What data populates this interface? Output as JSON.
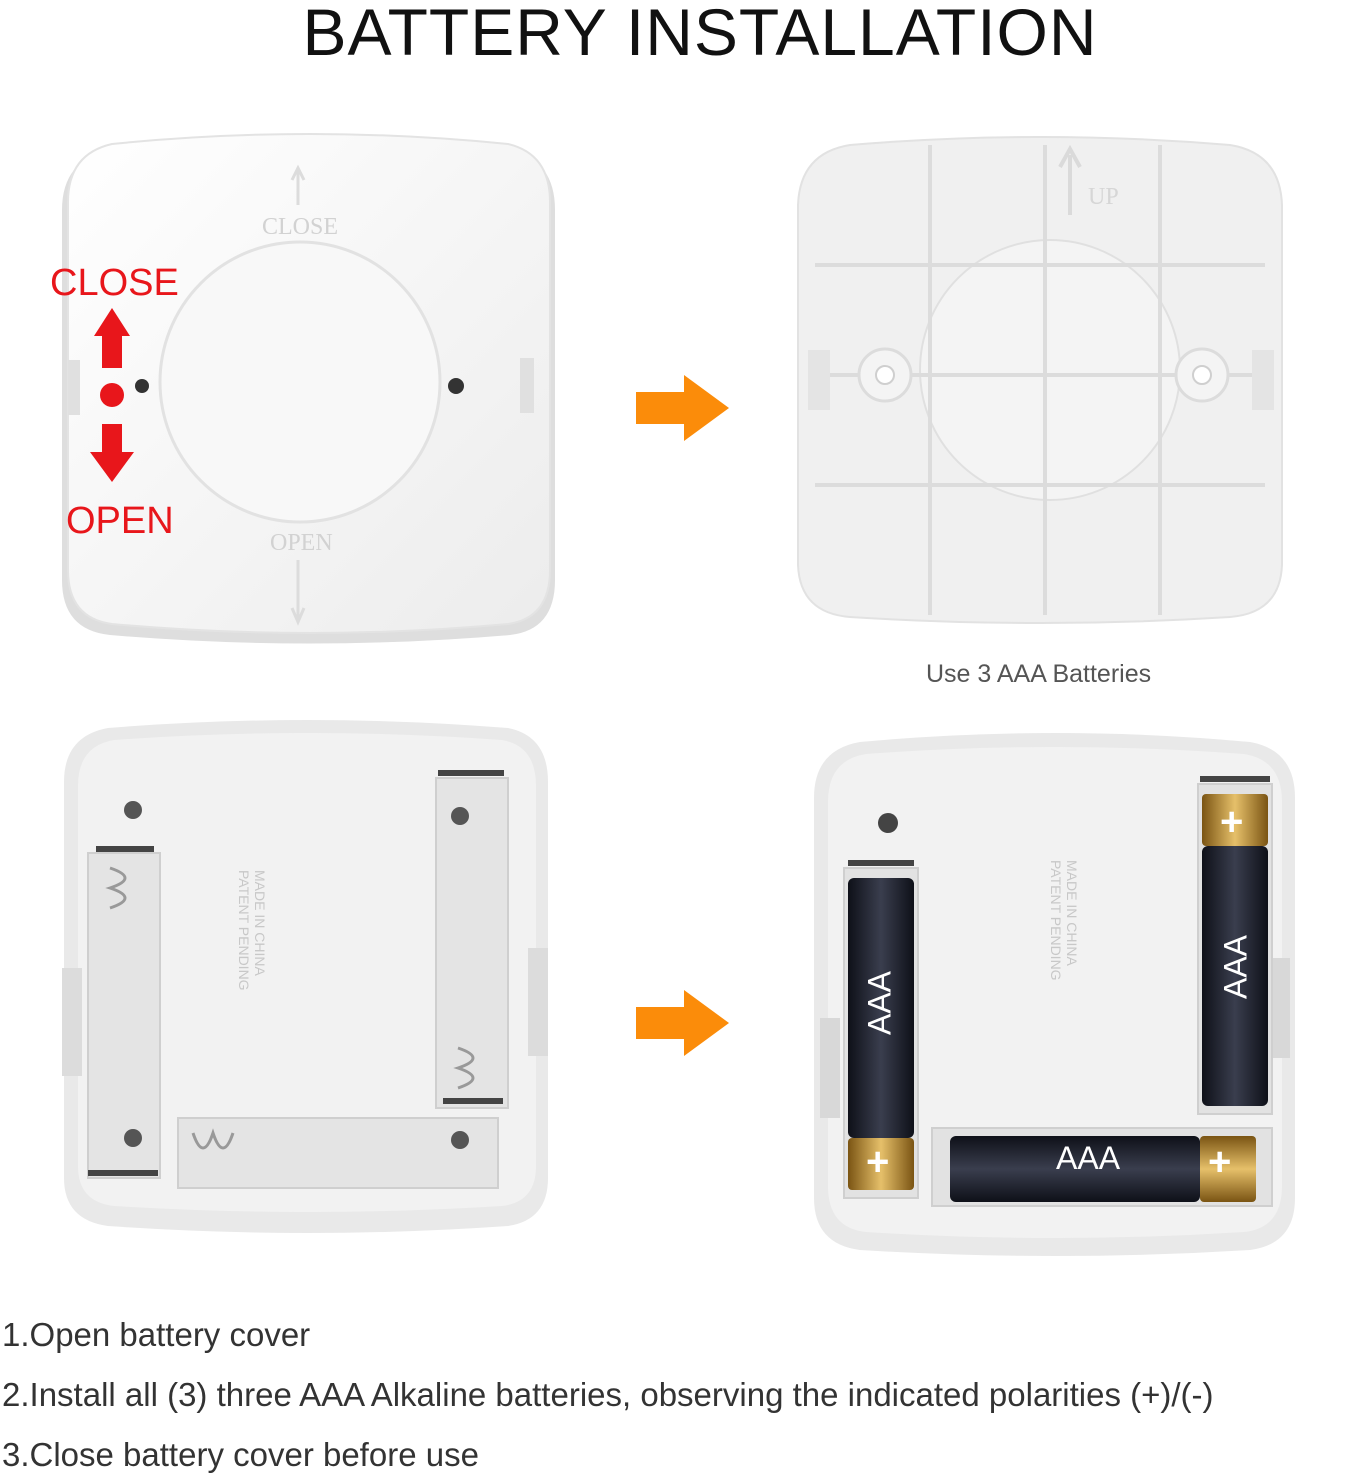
{
  "title": "BATTERY INSTALLATION",
  "panel1": {
    "embossed_close": "CLOSE",
    "embossed_open": "OPEN",
    "label_close": "CLOSE",
    "label_open": "OPEN"
  },
  "panel2": {
    "embossed_up": "UP"
  },
  "caption": "Use 3 AAA Batteries",
  "panel3": {
    "embossed_line1": "MADE IN CHINA",
    "embossed_line2": "PATENT PENDING"
  },
  "panel4": {
    "embossed_line1": "MADE IN CHINA",
    "embossed_line2": "PATENT PENDING",
    "battery_label": "AAA",
    "plus_sign": "+"
  },
  "steps": [
    "1.Open battery cover",
    "2.Install all (3) three AAA Alkaline batteries, observing the indicated polarities (+)/(-)",
    "3.Close battery cover before use"
  ],
  "colors": {
    "accent_red": "#e8161b",
    "arrow_orange": "#fb8c0a",
    "battery_gold": "#c9962f",
    "battery_body": "#1b1e2a"
  }
}
